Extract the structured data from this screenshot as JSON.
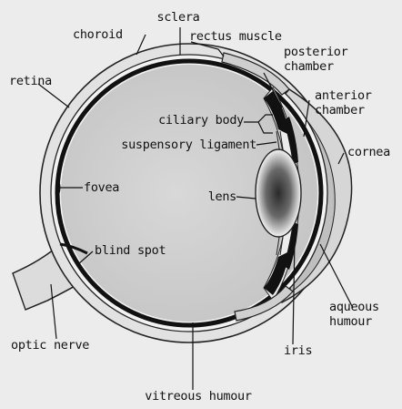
{
  "labels": {
    "sclera": "sclera",
    "choroid": "choroid",
    "rectus_muscle": "rectus muscle",
    "posterior_chamber_1": "posterior",
    "posterior_chamber_2": "chamber",
    "retina": "retina",
    "anterior_chamber_1": "anterior",
    "anterior_chamber_2": "chamber",
    "ciliary_body": "ciliary body",
    "suspensory_ligament": "suspensory ligament",
    "cornea": "cornea",
    "fovea": "fovea",
    "lens": "lens",
    "blind_spot": "blind spot",
    "aqueous_humour_1": "aqueous",
    "aqueous_humour_2": "humour",
    "optic_nerve": "optic nerve",
    "iris": "iris",
    "vitreous_humour": "vitreous humour"
  }
}
